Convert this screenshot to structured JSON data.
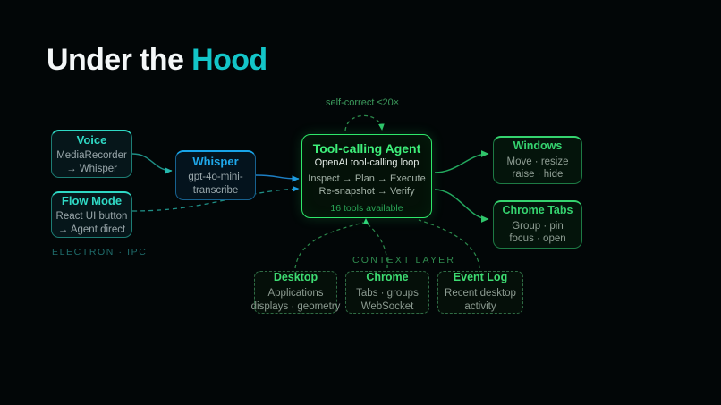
{
  "page": {
    "background": "#020607",
    "title_main": "Under the ",
    "title_accent": "Hood"
  },
  "agent": {
    "title": "Tool-calling Agent",
    "subtitle": "OpenAI tool-calling loop",
    "loop_line_1": "Inspect → Plan → Execute",
    "loop_line_2": "Re-snapshot → Verify",
    "tools": "16 tools available",
    "color": "#2ee86a"
  },
  "labels": {
    "self_correct": "self-correct ≤20×",
    "context_layer": "CONTEXT LAYER",
    "electron_ipc": "ELECTRON · IPC"
  },
  "inputs": [
    {
      "title": "Voice",
      "line1": "MediaRecorder",
      "line2": "→ Whisper",
      "color": "#2fd9c5"
    },
    {
      "title": "Flow Mode",
      "line1": "React UI button",
      "line2": "→ Agent direct",
      "color": "#2fd9c5"
    }
  ],
  "transcriber": {
    "title": "Whisper",
    "line1": "gpt-4o-mini-",
    "line2": "transcribe",
    "color": "#1fa8ea"
  },
  "outputs": [
    {
      "title": "Windows",
      "line1": "Move · resize",
      "line2": "raise · hide",
      "color": "#35d36f"
    },
    {
      "title": "Chrome Tabs",
      "line1": "Group · pin",
      "line2": "focus · open",
      "color": "#35d36f"
    }
  ],
  "context": [
    {
      "title": "Desktop",
      "line1": "Applications",
      "line2": "displays · geometry",
      "color": "#3ddc72"
    },
    {
      "title": "Chrome",
      "line1": "Tabs · groups",
      "line2": "WebSocket",
      "color": "#3ddc72"
    },
    {
      "title": "Event Log",
      "line1": "Recent desktop",
      "line2": "activity",
      "color": "#3ddc72"
    }
  ]
}
